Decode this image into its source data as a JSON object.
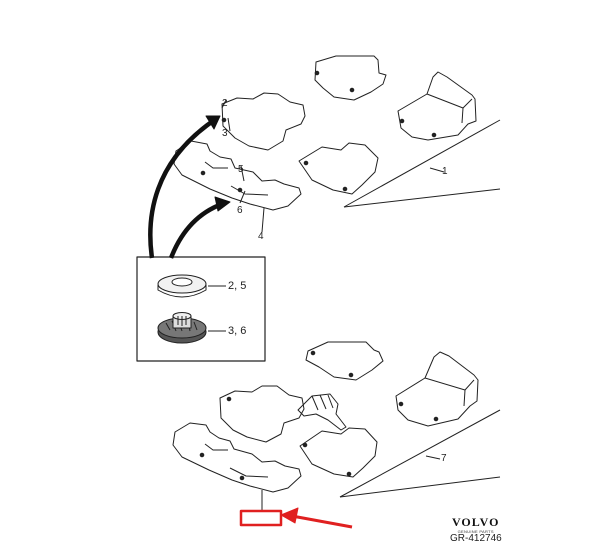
{
  "callouts": {
    "c1": "1",
    "c2": "2",
    "c3": "3",
    "c4": "4",
    "c5": "5",
    "c6": "6",
    "c7": "7"
  },
  "inset": {
    "label_top": "2, 5",
    "label_bottom": "3, 6"
  },
  "brand": {
    "name": "VOLVO",
    "sub": "GENUINE PARTS"
  },
  "reference_code": "GR-412746",
  "colors": {
    "line": "#222222",
    "highlight": "#e02020"
  }
}
